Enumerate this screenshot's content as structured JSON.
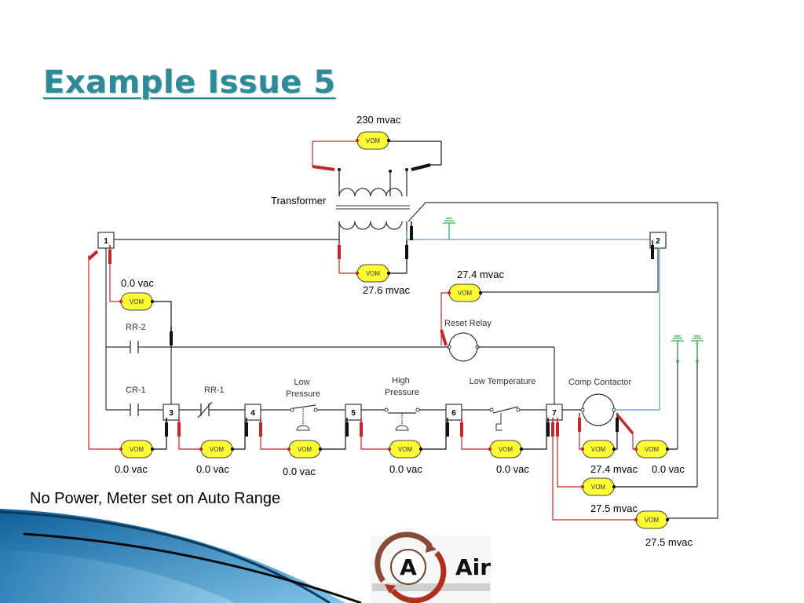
{
  "slide": {
    "title": "Example Issue 5",
    "caption": "No Power, Meter set on Auto Range"
  },
  "components": {
    "transformer": "Transformer",
    "rr2": "RR-2",
    "cr1": "CR-1",
    "rr1": "RR-1",
    "low_pressure": "Low Pressure",
    "high_pressure": "High Pressure",
    "low_temperature": "Low Temperature",
    "comp_contactor": "Comp Contactor",
    "reset_relay": "Reset Relay"
  },
  "terminals": [
    "1",
    "2",
    "3",
    "4",
    "5",
    "6",
    "7"
  ],
  "meter_label": "VOM",
  "readings": {
    "transformer_primary": "230 mvac",
    "transformer_secondary": "27.6 mvac",
    "rr2": "0.0 vac",
    "reset_relay": "27.4 mvac",
    "term1_to_3": "0.0 vac",
    "term3_to_4": "0.0 vac",
    "term4_to_5": "0.0 vac",
    "term5_to_6": "0.0 vac",
    "term6_to_7": "0.0 vac",
    "comp_contactor": "27.4 mvac",
    "comp_to_ground": "0.0 vac",
    "term7_ground_a": "27.5 mvac",
    "term7_ground_b": "27.5 mvac"
  },
  "logo": {
    "letter": "A",
    "text": "Air"
  },
  "colors": {
    "title": "#2e8a97",
    "red_lead": "#c0282b",
    "black_lead": "#111111",
    "blue_wire": "#5b9bd5",
    "ground": "#2ea84a",
    "meter_fill": "#ffff33",
    "deco_blue": "#3a8fc7"
  }
}
